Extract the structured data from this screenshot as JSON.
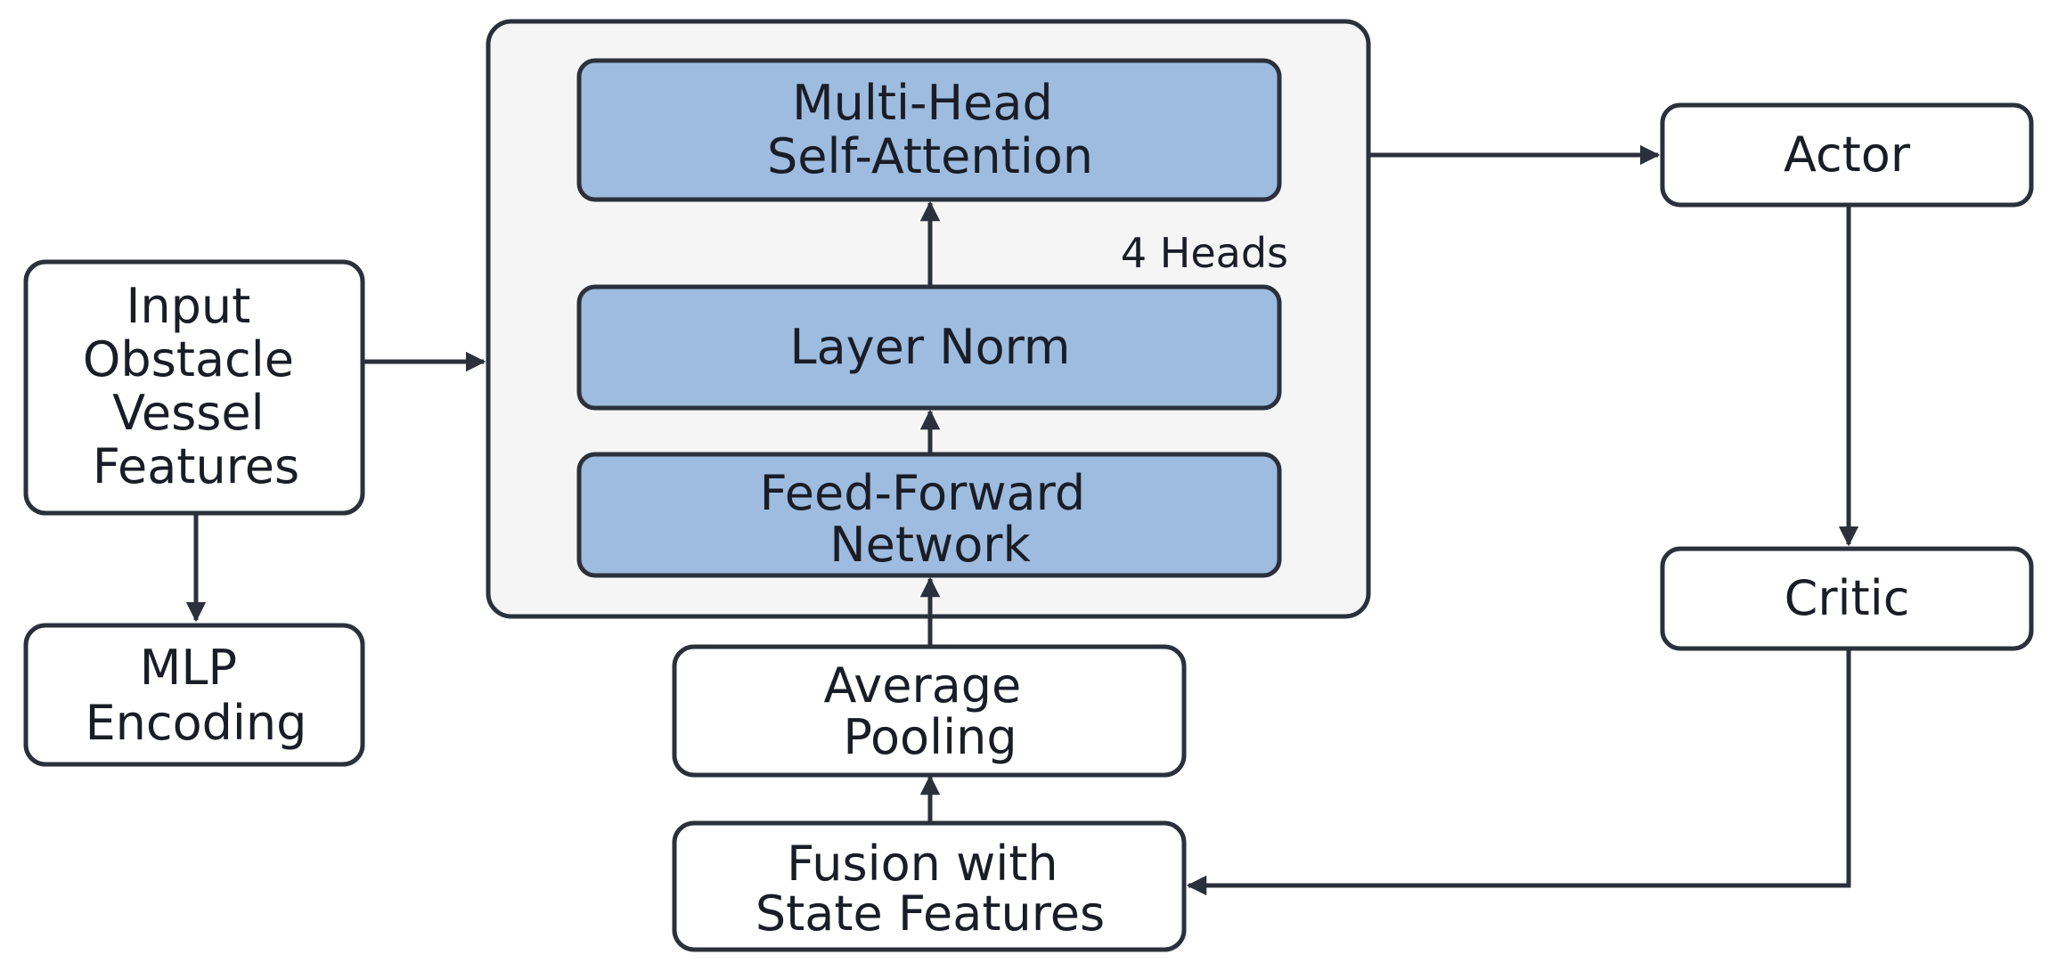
{
  "colors": {
    "stroke": "#2b303b",
    "text": "#1a1d26",
    "block_fill": "#9dbcdf",
    "container_fill": "#f5f5f6",
    "box_fill": "#ffffff"
  },
  "nodes": {
    "input": {
      "lines": [
        "Input",
        "Obstacle",
        "Vessel",
        "Features"
      ]
    },
    "mlp": {
      "lines": [
        "MLP",
        "Encoding"
      ]
    },
    "mhsa": {
      "lines": [
        "Multi-Head",
        "Self-Attention"
      ]
    },
    "layer_norm": {
      "lines": [
        "Layer Norm"
      ]
    },
    "ffn": {
      "lines": [
        "Feed-Forward",
        "Network"
      ]
    },
    "avg_pool": {
      "lines": [
        "Average",
        "Pooling"
      ]
    },
    "fusion": {
      "lines": [
        "Fusion with",
        "State Features"
      ]
    },
    "actor": {
      "lines": [
        "Actor"
      ]
    },
    "critic": {
      "lines": [
        "Critic"
      ]
    }
  },
  "heads_label": "4 Heads"
}
